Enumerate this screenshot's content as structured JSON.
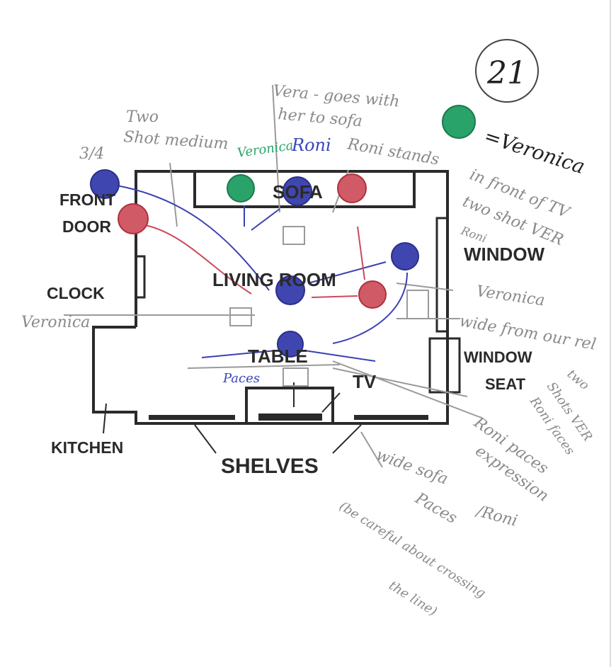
{
  "page_number": "21",
  "legend": {
    "marker": "green-circle",
    "label": "=Veronica",
    "color": "#2aa36a"
  },
  "room_labels": {
    "sofa": "SOFA",
    "front_door_1": "FRONT",
    "front_door_2": "DOOR",
    "window": "WINDOW",
    "clock": "CLOCK",
    "living_room": "LIVING ROOM",
    "table": "TABLE",
    "tv": "TV",
    "window_seat_1": "WINDOW",
    "window_seat_2": "SEAT",
    "kitchen": "KITCHEN",
    "shelves": "SHELVES"
  },
  "annotations": {
    "two_shot_1": "Two",
    "two_shot_2": "Shot medium",
    "three_quarter": "3/4",
    "veronica_green": "Veronica",
    "roni_blue": "Roni",
    "vera_1": "Vera - goes with",
    "vera_2": "her to sofa",
    "roni_stands": "Roni stands",
    "in_front_1": "in front of TV",
    "in_front_2": "two shot VER",
    "roni_small": "Roni",
    "veronica_right": "Veronica",
    "wide_1": "wide from our rel",
    "two_shots_1": "two",
    "two_shots_2": "Shots VER",
    "roni_faces": "Roni faces",
    "roni_paces_1": "Roni paces",
    "roni_paces_2": "expression",
    "wide_sofa": "wide sofa",
    "roni_end": "/Roni",
    "paces": "Paces",
    "careful_1": "(be careful about crossing",
    "careful_2": "the line)",
    "veronica_left": "Veronica",
    "paces_blue": "Paces"
  },
  "colors": {
    "roni": "#4046b0",
    "other": "#d05a66",
    "veronica": "#2aa36a"
  }
}
